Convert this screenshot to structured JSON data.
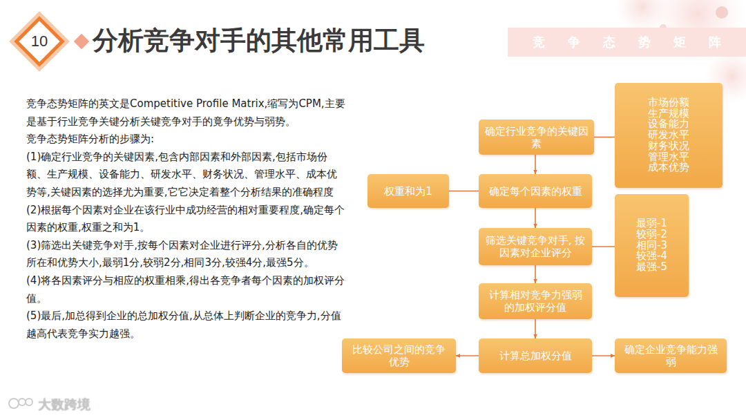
{
  "diagram": {
    "title": "分析竞争对手的其他常用工具",
    "nodes": [
      {
        "text": [
          "确定行业竞争的关键因素"
        ]
      },
      {
        "text": [
          "市场份额",
          "生产规模",
          "设备能力",
          "研发水平",
          "财务状况",
          "管理水平",
          "成本优势"
        ]
      },
      {
        "text": [
          "权重和为1"
        ]
      },
      {
        "text": [
          "确定每个因素的权重"
        ]
      },
      {
        "text": [
          "筛选关键竞争对手, 按因素对企业评分"
        ]
      },
      {
        "text": [
          "最弱-1",
          "较弱-2",
          "相同-3",
          "较强-4",
          "最强-5"
        ]
      },
      {
        "text": [
          "计算相对竞争力强弱的加权评分值"
        ]
      },
      {
        "text": [
          "计算总加权分值"
        ]
      },
      {
        "text": [
          "比较公司之间的竞争优势"
        ]
      },
      {
        "text": [
          "确定企业竞争能力强弱"
        ]
      }
    ],
    "edges": [
      {
        "from": 0,
        "to": 3,
        "arrow": "to"
      },
      {
        "from": 3,
        "to": 4,
        "arrow": "to"
      },
      {
        "from": 4,
        "to": 6,
        "arrow": "to"
      },
      {
        "from": 6,
        "to": 7,
        "arrow": "to"
      },
      {
        "from": 7,
        "to": 8,
        "arrow": "to"
      },
      {
        "from": 7,
        "to": 9,
        "arrow": "to"
      },
      {
        "from": 0,
        "to": 1,
        "arrow": "none"
      },
      {
        "from": 2,
        "to": 3,
        "arrow": "none"
      },
      {
        "from": 4,
        "to": 5,
        "arrow": "none"
      }
    ],
    "labels": [
      "10",
      "竞争态势矩阵",
      "竞争态势矩阵的英文是Competitive Profile Matrix,缩写为CPM,主要是基于行业竞争关键分析关键竞争对手的竟争优势与弱势。",
      "竞争态势矩阵分析的步骤为:",
      "(1)确定行业竞争的关键因素,包含内部因素和外部因素,包括市场份额、生产规模、设备能力、研发水平、财务状况、管理水平、成本优势等,关键因素的选择尤为重要,它它决定着整个分析结果的准确程度",
      "(2)根据每个因素对企业在该行业中成功经营的相对重要程度,确定每个因素的权重,权重之和为1。",
      "(3)筛选出关键竞争对手,按每个因素对企业进行评分,分析各自的优势所在和优势大小,最弱1分,较弱2分,相同3分,较强4分,最强5分。",
      "(4)将各因素评分与相应的权重相乘,得出各竞争者每个因素的加权评分值。",
      "(5)最后,加总得到企业的总加权分值,从总体上判断企业的竞争力,分值越高代表竞争实力越强。",
      "大数跨境"
    ]
  }
}
